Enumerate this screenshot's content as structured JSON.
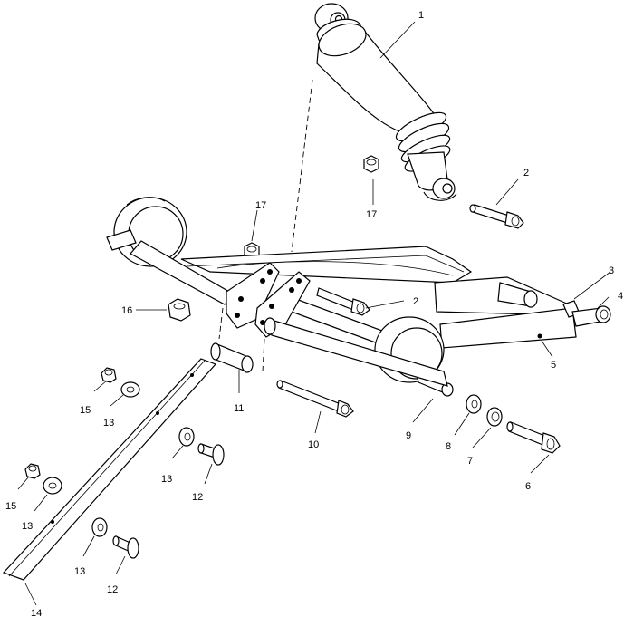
{
  "callouts": {
    "c1": "1",
    "c2a": "2",
    "c2b": "2",
    "c3": "3",
    "c4": "4",
    "c5": "5",
    "c6": "6",
    "c7": "7",
    "c8": "8",
    "c9": "9",
    "c10": "10",
    "c11": "11",
    "c12a": "12",
    "c12b": "12",
    "c13a": "13",
    "c13b": "13",
    "c13c": "13",
    "c13d": "13",
    "c14": "14",
    "c15a": "15",
    "c15b": "15",
    "c16": "16",
    "c17a": "17",
    "c17b": "17"
  }
}
